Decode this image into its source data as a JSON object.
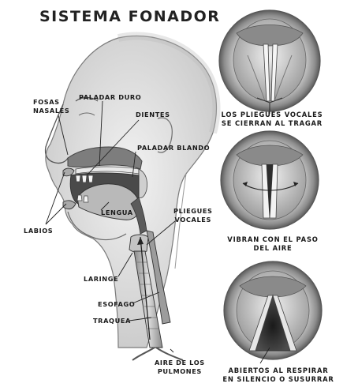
{
  "title": "SISTEMA FONADOR",
  "labels": {
    "fosas_nasales": [
      "FOSAS",
      "NASALES"
    ],
    "paladar_duro": "PALADAR DURO",
    "dientes": "DIENTES",
    "paladar_blando": "PALADAR BLANDO",
    "lengua": "LENGUA",
    "labios": "LABIOS",
    "pliegues_vocales": [
      "PLIEGUES",
      "VOCALES"
    ],
    "laringe": "LARINGE",
    "esofago": "ESOFAGO",
    "traquea": "TRAQUEA",
    "aire_pulmones": [
      "AIRE DE LOS",
      "PULMONES"
    ]
  },
  "captions": {
    "tragar": [
      "LOS PLIEGUES VOCALES",
      "SE CIERRAN AL TRAGAR"
    ],
    "vibran": [
      "VIBRAN CON EL PASO",
      "DEL AIRE"
    ],
    "abiertos": [
      "ABIERTOS AL RESPIRAR",
      "EN SILENCIO O SUSURRAR"
    ]
  },
  "colors": {
    "ink": "#1c1c1c",
    "shade": "#9a9a9a",
    "light_shade": "#d6d6d6",
    "dark_shade": "#3a3a3a"
  }
}
